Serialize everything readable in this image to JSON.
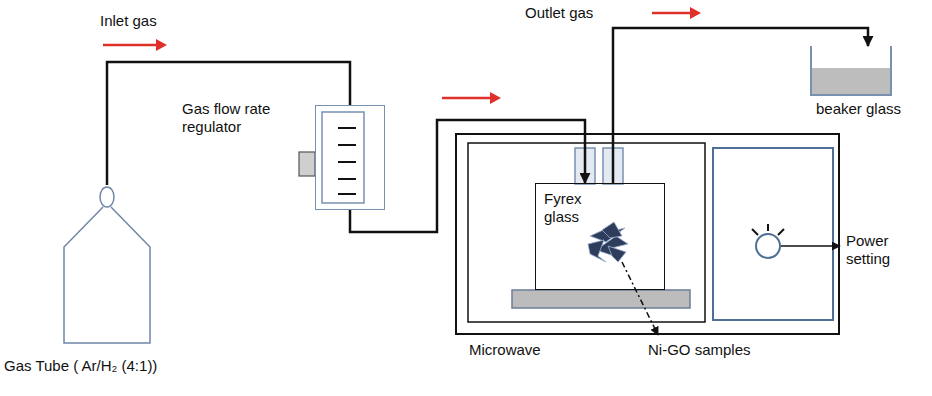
{
  "diagram": {
    "nodes": [
      {
        "text": [
          "Gas Tube ( Ar/H₂ (4:1))"
        ]
      },
      {
        "text": [
          "Gas flow rate regulator"
        ]
      },
      {
        "text": [
          "Microwave"
        ]
      },
      {
        "text": [
          "Fyrex glass"
        ],
        "in": 2
      },
      {
        "text": [
          "beaker glass"
        ]
      }
    ],
    "edges": [
      {
        "from": 0,
        "to": 1,
        "arrow": "none",
        "label": "Inlet gas"
      },
      {
        "from": 1,
        "to": 3,
        "arrow": "to"
      },
      {
        "from": 3,
        "to": 4,
        "arrow": "to",
        "label": "Outlet gas"
      }
    ],
    "labels": [
      "Ni-GO samples",
      "Power setting"
    ]
  }
}
